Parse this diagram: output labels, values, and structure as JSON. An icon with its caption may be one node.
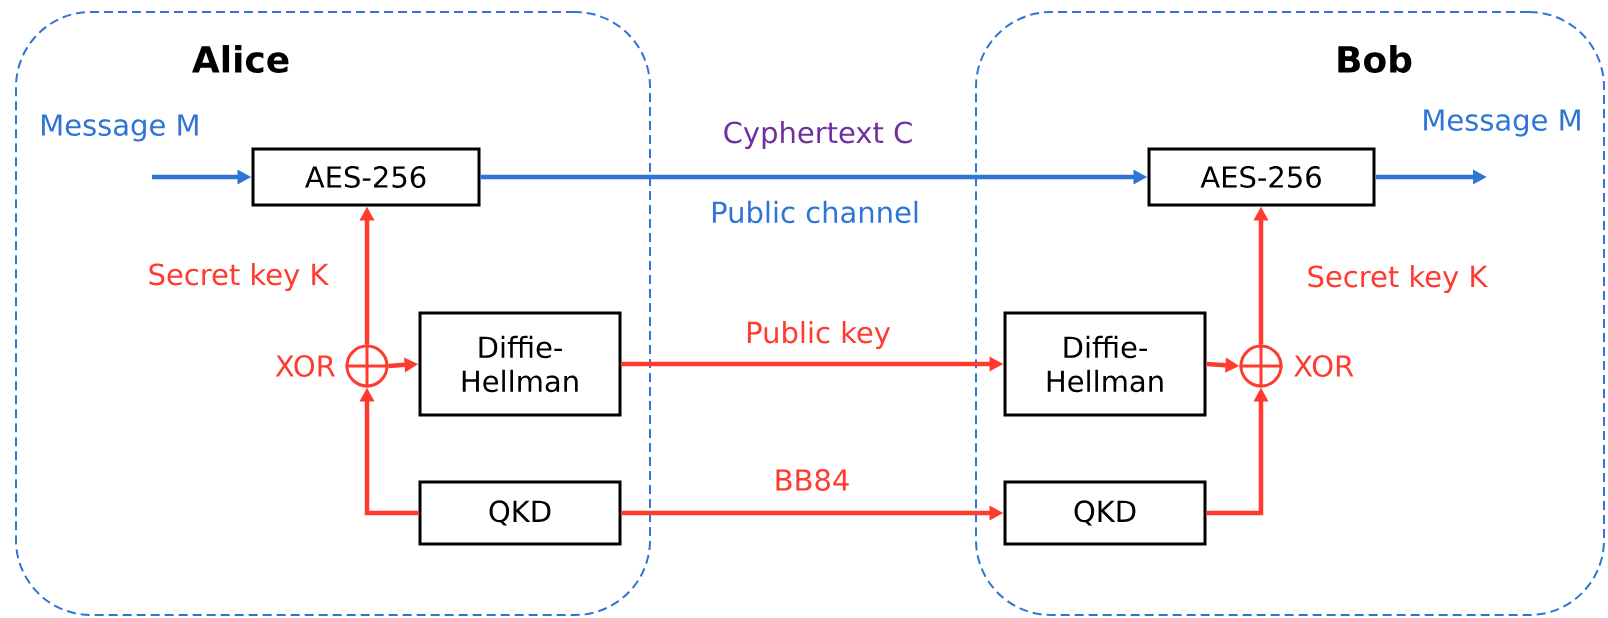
{
  "diagram": {
    "nodes": [
      {
        "text": [
          "Alice"
        ]
      },
      {
        "text": [
          "Bob"
        ]
      },
      {
        "text": [
          "AES-256"
        ],
        "in": 0
      },
      {
        "text": [
          "Diffie-Hellman"
        ],
        "in": 0
      },
      {
        "text": [
          "QKD"
        ],
        "in": 0
      },
      {
        "text": [],
        "shape": "circle",
        "beside": [
          "XOR"
        ],
        "in": 0
      },
      {
        "text": [
          "AES-256"
        ],
        "in": 1
      },
      {
        "text": [
          "Diffie-Hellman"
        ],
        "in": 1
      },
      {
        "text": [
          "QKD"
        ],
        "in": 1
      },
      {
        "text": [],
        "shape": "circle",
        "beside": [
          "XOR"
        ],
        "in": 1
      }
    ],
    "edges": [
      {
        "from": null,
        "to": 2,
        "arrow": "to",
        "label": "Message M",
        "color": "#2e75d6"
      },
      {
        "from": 2,
        "to": 6,
        "arrow": "to",
        "label": "Cyphertext C",
        "color": "#2e75d6"
      },
      {
        "from": 6,
        "to": null,
        "arrow": "to",
        "label": "Message M",
        "color": "#2e75d6"
      },
      {
        "from": 4,
        "to": 5,
        "arrow": "to"
      },
      {
        "from": 5,
        "to": 3,
        "arrow": "to"
      },
      {
        "from": 5,
        "to": 2,
        "arrow": "to",
        "label": "Secret key K"
      },
      {
        "from": 3,
        "to": 7,
        "arrow": "to",
        "label": "Public key"
      },
      {
        "from": 4,
        "to": 8,
        "arrow": "to",
        "label": "BB84"
      },
      {
        "from": 7,
        "to": 9,
        "arrow": "to"
      },
      {
        "from": 8,
        "to": 9,
        "arrow": "to"
      },
      {
        "from": 9,
        "to": 6,
        "arrow": "to",
        "label": "Secret key K"
      }
    ],
    "labels": [
      "Public channel"
    ]
  }
}
